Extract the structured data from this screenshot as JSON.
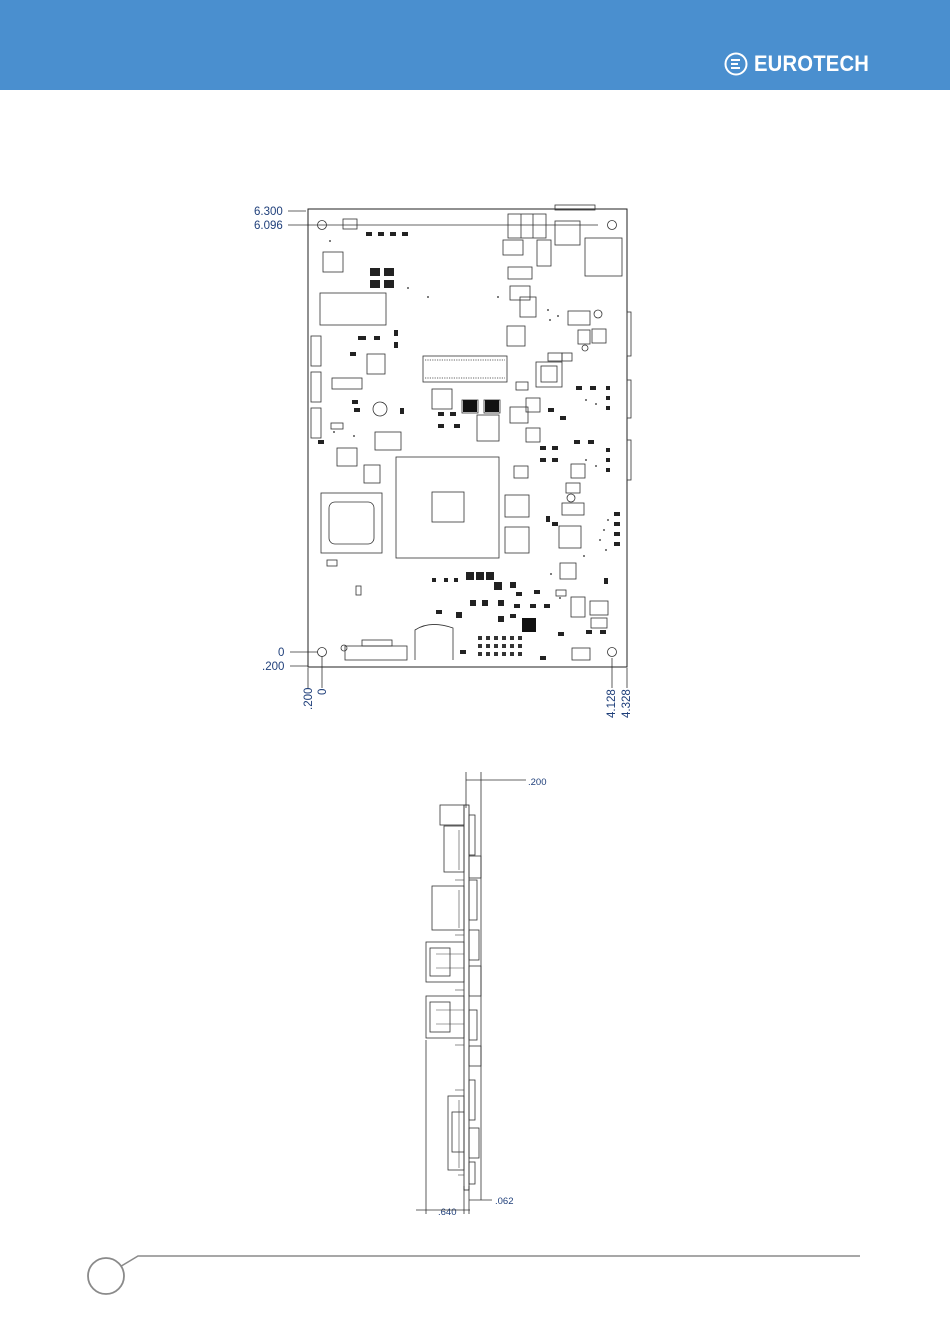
{
  "header": {
    "brand_name": "EUROTECH",
    "brand_color": "#4a8fcf",
    "logo_icon": "eurotech-logo-icon"
  },
  "top_view": {
    "dims_y": [
      "6.300",
      "6.096",
      "0",
      ".200"
    ],
    "dims_x": [
      ".200",
      "0",
      "4.128",
      "4.328"
    ]
  },
  "side_view": {
    "dims": [
      ".200",
      ".062",
      ".640"
    ]
  },
  "footer": {
    "page_number": ""
  }
}
